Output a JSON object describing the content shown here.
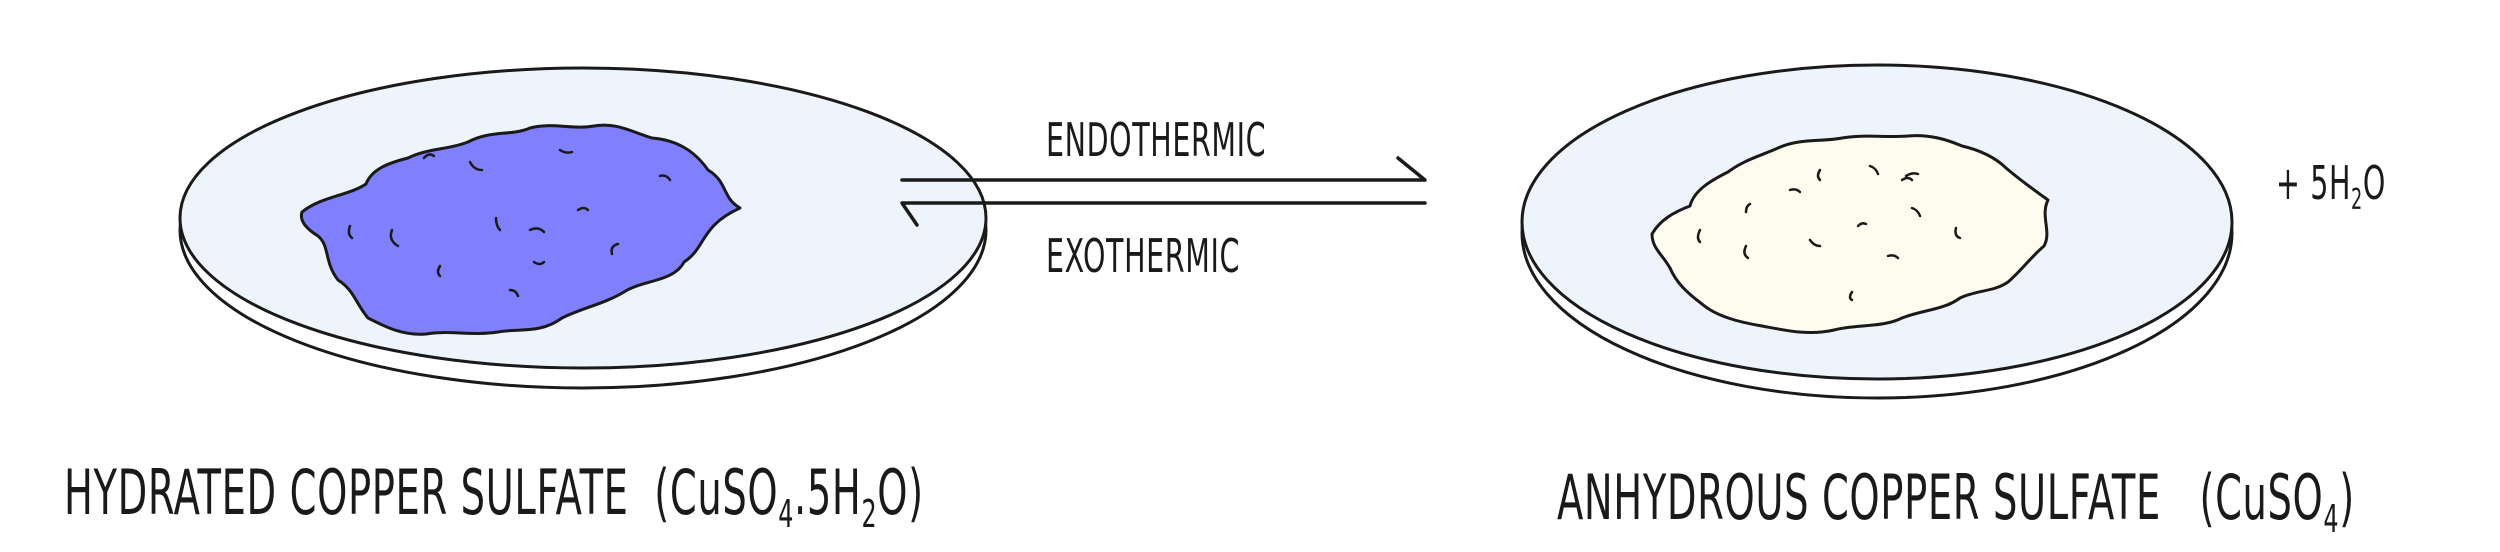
{
  "colors": {
    "outline": "#1a1a1a",
    "dish_fill": "#eef4fb",
    "hydrated_powder": "#8080ff",
    "anhydrous_powder": "#fdfcee"
  },
  "reaction": {
    "forward_label": "ENDOTHERMIC",
    "reverse_label": "EXOTHERMIC"
  },
  "hydrated": {
    "name": "HYDRATED COPPER SULFATE",
    "formula_open": "(CuSO",
    "formula_sub1": "4",
    "formula_mid": ".5H",
    "formula_sub2": "2",
    "formula_close": "O)"
  },
  "anhydrous": {
    "name": "ANHYDROUS COPPER SULFATE",
    "formula_open": "(CuSO",
    "formula_sub1": "4",
    "formula_close": ")"
  },
  "water": {
    "prefix": "+ 5H",
    "sub": "2",
    "suffix": "O"
  }
}
